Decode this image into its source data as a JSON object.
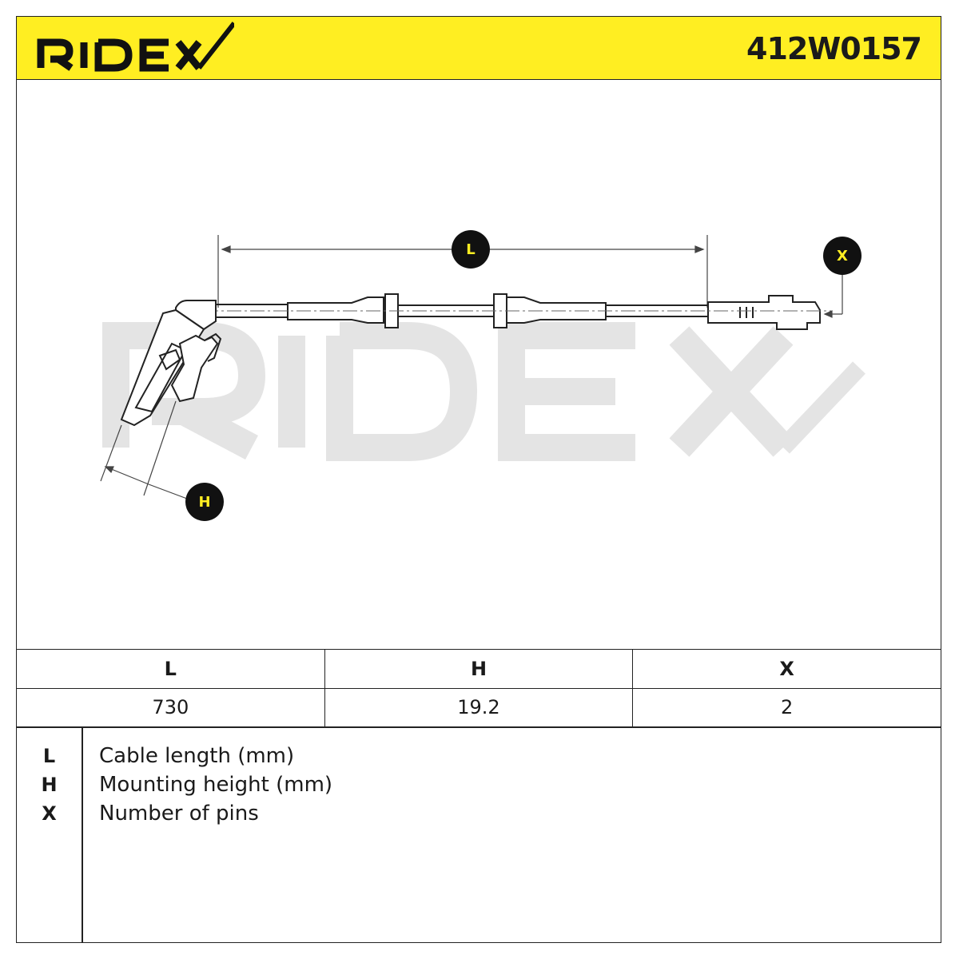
{
  "brand": {
    "logo_text": "RIDEX",
    "accent_color": "#ffee22"
  },
  "part_number": "412W0157",
  "drawing": {
    "watermark_text": "RIDEX",
    "dimension_labels": {
      "length": "L",
      "height": "H",
      "pins": "X"
    }
  },
  "spec_table": {
    "headers": [
      "L",
      "H",
      "X"
    ],
    "values": [
      "730",
      "19.2",
      "2"
    ]
  },
  "legend": [
    {
      "key": "L",
      "description": "Cable length (mm)"
    },
    {
      "key": "H",
      "description": "Mounting height (mm)"
    },
    {
      "key": "X",
      "description": "Number of pins"
    }
  ]
}
